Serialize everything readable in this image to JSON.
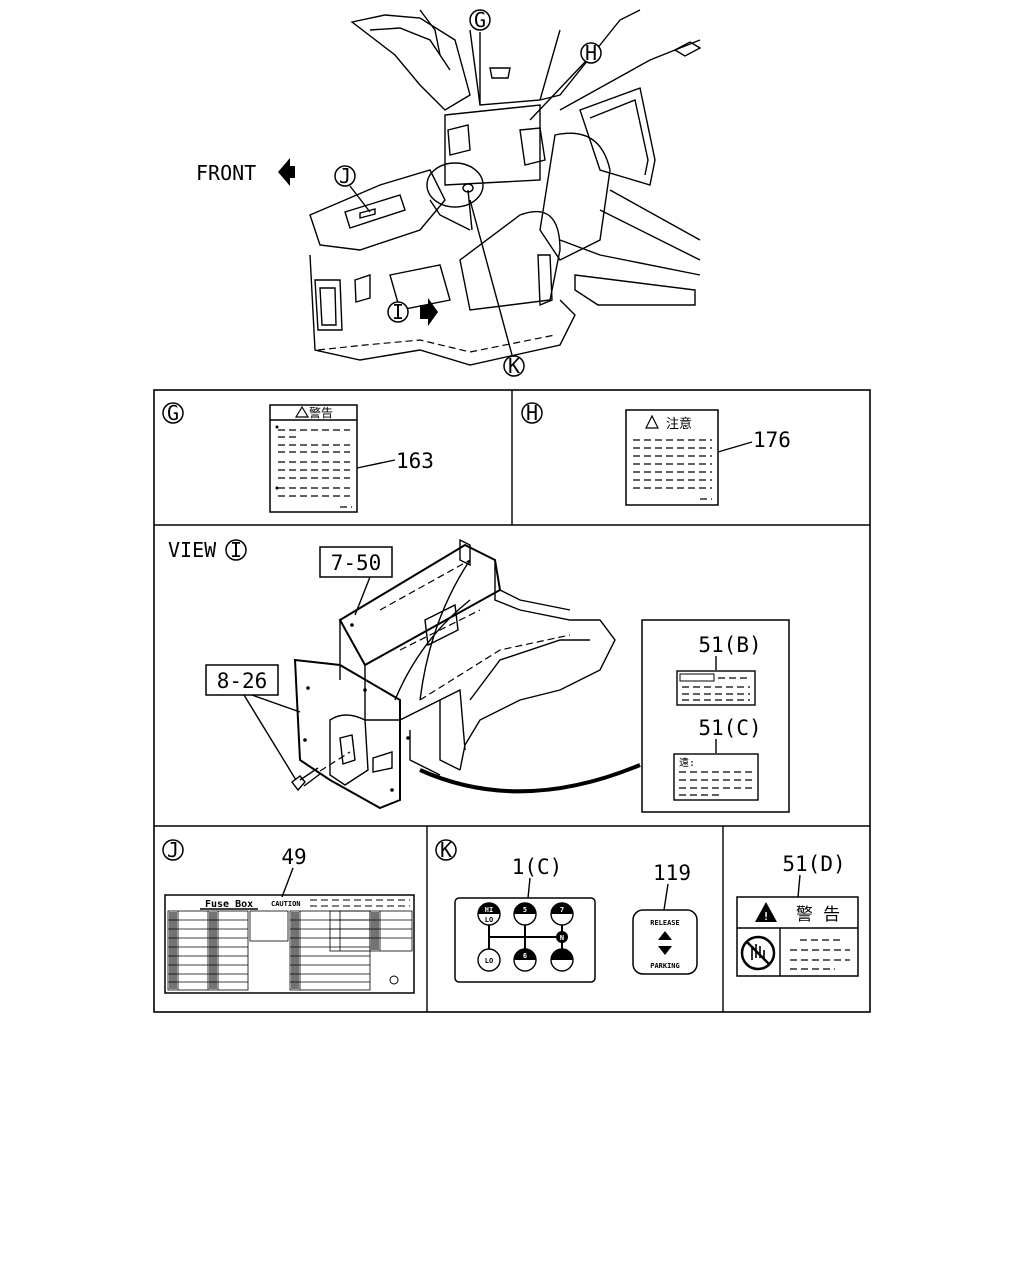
{
  "top_view": {
    "front_label": "FRONT",
    "callouts": [
      "G",
      "H",
      "J",
      "I",
      "K"
    ]
  },
  "panel_g": {
    "letter": "G",
    "header": "警告",
    "part": "163"
  },
  "panel_h": {
    "letter": "H",
    "header": "注意",
    "part": "176"
  },
  "panel_view": {
    "view_label": "VIEW",
    "view_letter": "I",
    "ref_a": "7-50",
    "ref_b": "8-26",
    "part_b": "51(B)",
    "part_c": "51(C)",
    "sticker_c_text": "遠:"
  },
  "panel_j": {
    "letter": "J",
    "part": "49",
    "fuse_title": "Fuse Box",
    "caution": "CAUTION"
  },
  "panel_k": {
    "letter": "K",
    "part_shift": "1(C)",
    "part_release": "119",
    "release_text": "RELEASE",
    "parking_text": "PARKING",
    "gear_hi": "HI",
    "gear_lo_top": "LO",
    "gear_5": "5",
    "gear_7": "7",
    "gear_6": "6",
    "gear_n": "N",
    "gear_lo": "LO"
  },
  "panel_d": {
    "part": "51(D)",
    "header": "警 告"
  }
}
